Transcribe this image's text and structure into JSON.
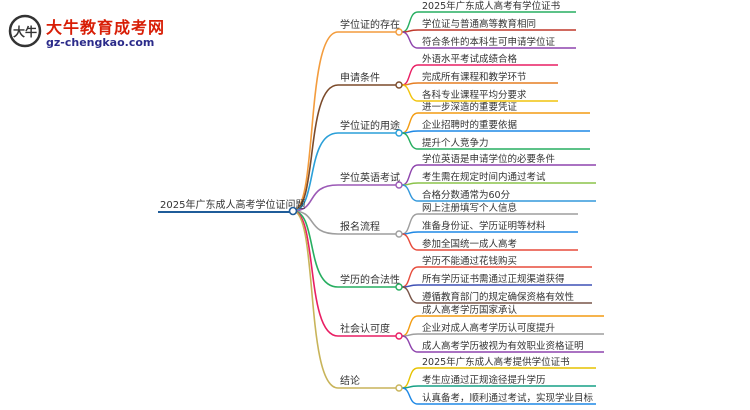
{
  "logo": {
    "brand": "大牛教育成考网",
    "url": "gz-chengkao.com",
    "seal_text": "大牛"
  },
  "root": {
    "label": "2025年广东成人高考学位证问题",
    "color": "#1f5c99"
  },
  "branches": [
    {
      "label": "学位证的存在",
      "color": "#f39c3d",
      "leaves": [
        "2025年广东成人高考有学位证书",
        "学位证与普通高等教育相同",
        "符合条件的本科生可申请学位证"
      ],
      "leaf_colors": [
        "#27ae60",
        "#c0392b",
        "#8e44ad"
      ]
    },
    {
      "label": "申请条件",
      "color": "#7b4a2a",
      "leaves": [
        "外语水平考试成绩合格",
        "完成所有课程和教学环节",
        "各科专业课程平均分要求"
      ],
      "leaf_colors": [
        "#e91e63",
        "#e67e22",
        "#f1c40f"
      ]
    },
    {
      "label": "学位证的用途",
      "color": "#2a9fd8",
      "leaves": [
        "进一步深造的重要凭证",
        "企业招聘时的重要依据",
        "提升个人竞争力"
      ],
      "leaf_colors": [
        "#f39c12",
        "#1e88e5",
        "#27ae60"
      ]
    },
    {
      "label": "学位英语考试",
      "color": "#9b59b6",
      "leaves": [
        "学位英语是申请学位的必要条件",
        "考生需在规定时间内通过考试",
        "合格分数通常为60分"
      ],
      "leaf_colors": [
        "#8e44ad",
        "#8bc34a",
        "#3498db"
      ]
    },
    {
      "label": "报名流程",
      "color": "#9e9e9e",
      "leaves": [
        "网上注册填写个人信息",
        "准备身份证、学历证明等材料",
        "参加全国统一成人高考"
      ],
      "leaf_colors": [
        "#9e9e9e",
        "#1e88e5",
        "#e74c3c"
      ]
    },
    {
      "label": "学历的合法性",
      "color": "#27ae60",
      "leaves": [
        "学历不能通过花钱购买",
        "所有学历证书需通过正规渠道获得",
        "遵循教育部门的规定确保资格有效性"
      ],
      "leaf_colors": [
        "#e74c3c",
        "#3f51b5",
        "#795548"
      ]
    },
    {
      "label": "社会认可度",
      "color": "#e91e63",
      "leaves": [
        "成人高考学历国家承认",
        "企业对成人高考学历认可度提升",
        "成人高考学历被视为有效职业资格证明"
      ],
      "leaf_colors": [
        "#f39c12",
        "#9e9e9e",
        "#8e44ad"
      ]
    },
    {
      "label": "结论",
      "color": "#c8b45a",
      "leaves": [
        "2025年广东成人高考提供学位证书",
        "考生应通过正规途径提升学历",
        "认真备考，顺利通过考试，实现学业目标"
      ],
      "leaf_colors": [
        "#e6c200",
        "#16a085",
        "#1e88e5"
      ]
    }
  ]
}
